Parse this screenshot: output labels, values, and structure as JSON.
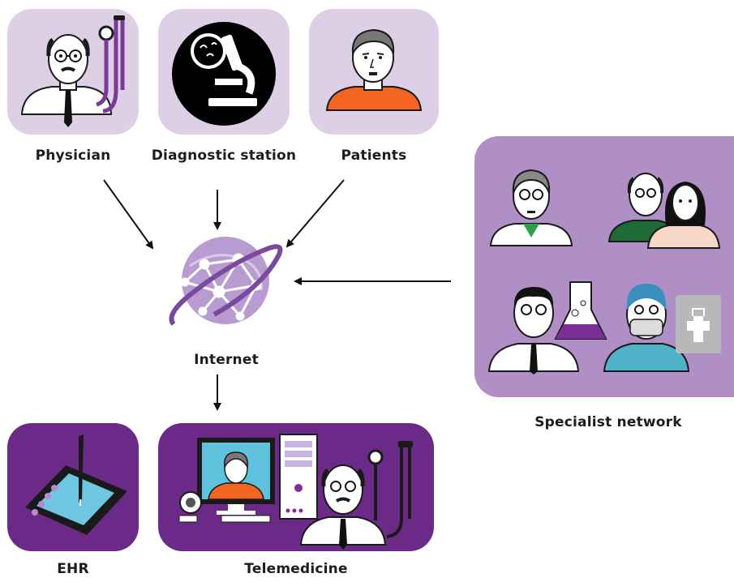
{
  "colors": {
    "light_panel": "#dccfe6",
    "dark_panel": "#6b2a88",
    "specialist_panel": "#b08ec6",
    "globe": "#a98bc7",
    "accent_orange": "#f26522",
    "accent_green": "#1f6b35"
  },
  "nodes": {
    "physician": {
      "label": "Physician",
      "icon": "physician-stethoscope-icon"
    },
    "diagnostic": {
      "label": "Diagnostic station",
      "icon": "microscope-icon"
    },
    "patients": {
      "label": "Patients",
      "icon": "patient-icon"
    },
    "internet": {
      "label": "Internet",
      "icon": "globe-icon"
    },
    "specialists": {
      "label": "Specialist network",
      "icon": "specialist-group-icon"
    },
    "ehr": {
      "label": "EHR",
      "icon": "tablet-stylus-icon"
    },
    "telemedicine": {
      "label": "Telemedicine",
      "icon": "video-consultation-icon"
    }
  },
  "edges": [
    {
      "from": "Physician",
      "to": "Internet"
    },
    {
      "from": "Diagnostic station",
      "to": "Internet"
    },
    {
      "from": "Patients",
      "to": "Internet"
    },
    {
      "from": "Specialist network",
      "to": "Internet"
    },
    {
      "from": "Internet",
      "to": "Telemedicine"
    }
  ]
}
